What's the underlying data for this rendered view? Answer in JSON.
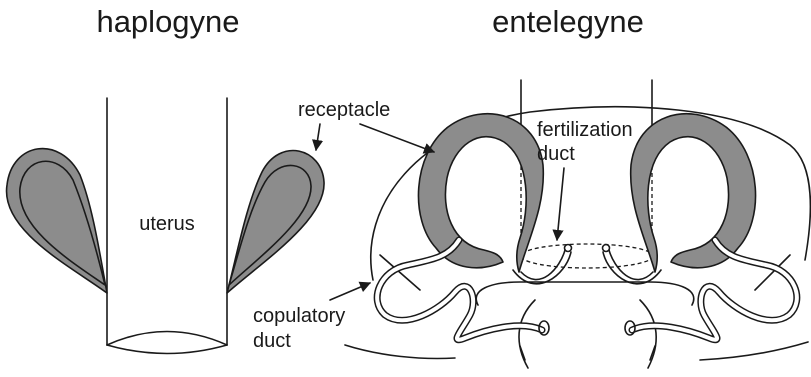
{
  "titles": {
    "haplogyne": "haplogyne",
    "entelegyne": "entelegyne"
  },
  "labels": {
    "uterus": "uterus",
    "receptacle": "receptacle",
    "fertilization_line1": "fertilization",
    "fertilization_line2": "duct",
    "copulatory_line1": "copulatory",
    "copulatory_line2": "duct"
  },
  "colors": {
    "receptacle_fill": "#8c8c8c",
    "line": "#1a1a1a",
    "background": "#ffffff"
  }
}
